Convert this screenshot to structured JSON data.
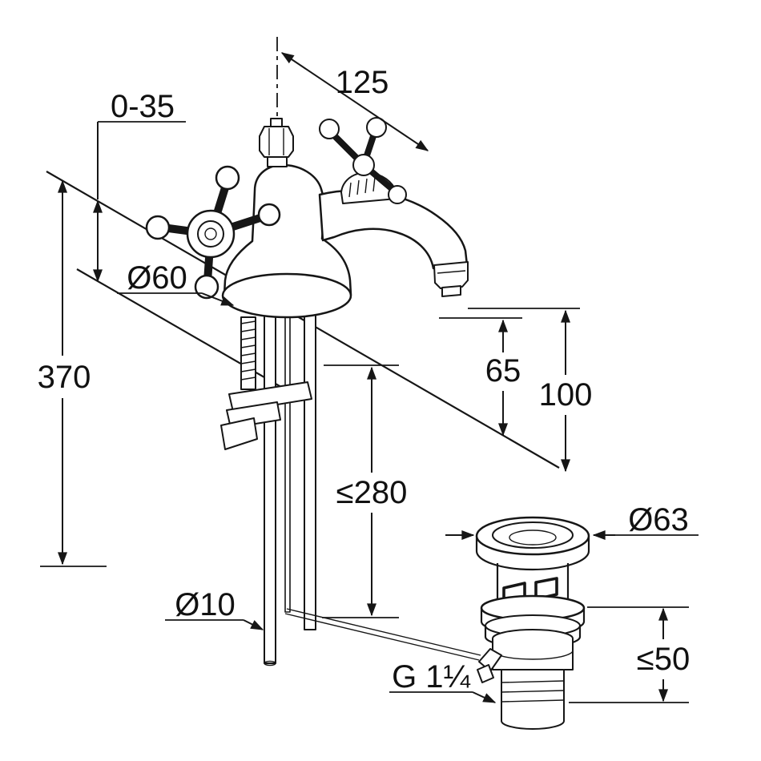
{
  "background": "#ffffff",
  "ink_color": "#161616",
  "labels": {
    "mounting_range": "0-35",
    "spout_reach": "125",
    "base_diameter": "Ø60",
    "overall_height": "370",
    "outlet_clearance": "65",
    "outlet_top_height": "100",
    "connection_length": "≤280",
    "waste_flange_diameter": "Ø63",
    "pipe_diameter": "Ø10",
    "waste_mounting_range": "≤50",
    "thread_size": "G 1¼"
  }
}
